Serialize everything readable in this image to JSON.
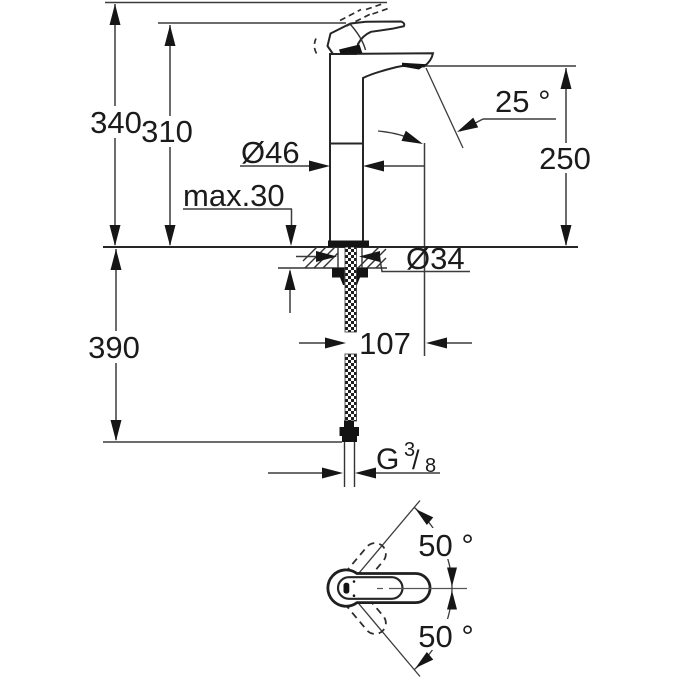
{
  "page": {
    "background": "#ffffff",
    "line_color": "#3c3c3c",
    "text_color": "#1b1b1b"
  },
  "drawing": {
    "kind": "faucet dimensional drawing, side view with mounting section and top swivel view",
    "labels": {
      "overall_height": "340",
      "lever_height": "310",
      "spout_height": "250",
      "spout_angle": "25 °",
      "body_diameter": "Ø46",
      "deck_thickness": "max.30",
      "hole_diameter": "Ø34",
      "spout_reach": "107",
      "hose_length": "390",
      "thread": {
        "g": "G",
        "numerator": "3",
        "slash": "/",
        "denominator": "8"
      },
      "swivel_angle_upper": "50 °",
      "swivel_angle_lower": "50 °"
    }
  }
}
